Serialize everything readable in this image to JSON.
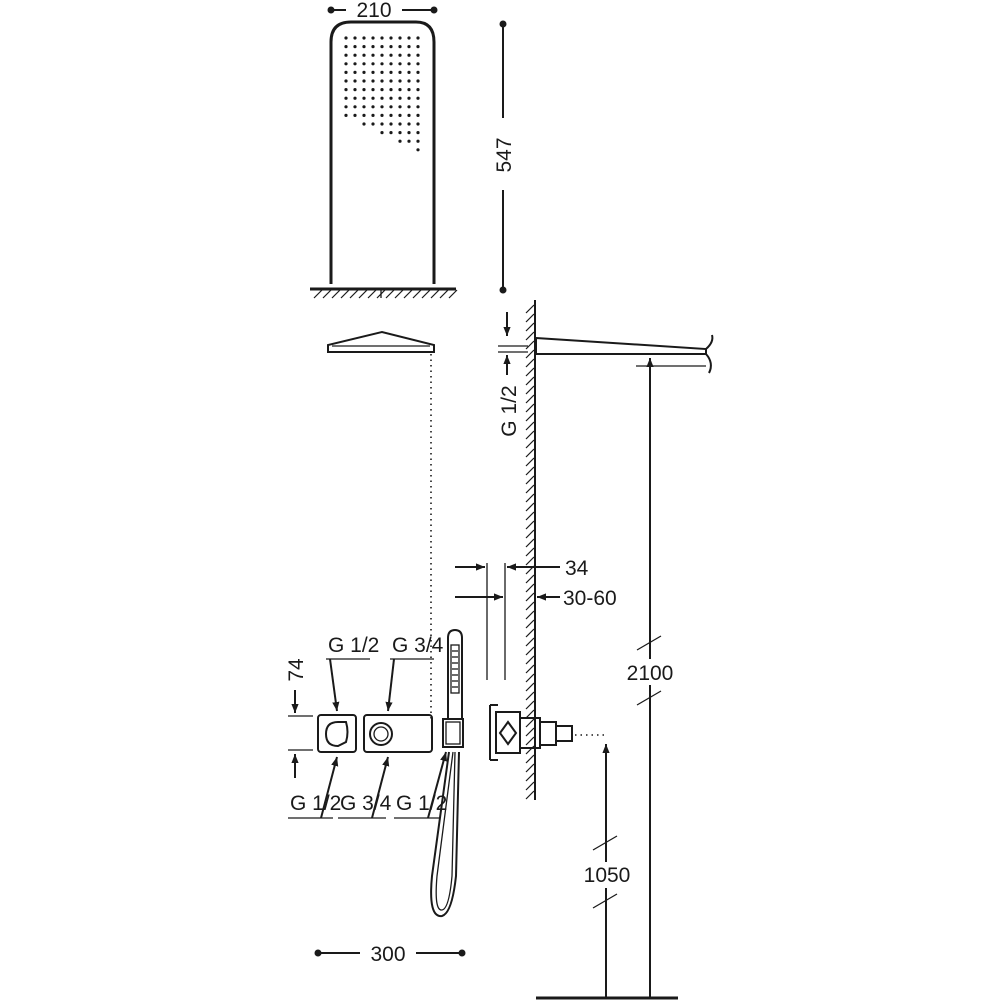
{
  "dimensions": {
    "panel_width": "210",
    "panel_height": "547",
    "thread_top": "G 1/2",
    "depth_34": "34",
    "depth_30_60": "30-60",
    "height_2100": "2100",
    "height_1050": "1050",
    "plate_74": "74",
    "width_300": "300"
  },
  "connections": {
    "top_left": "G 1/2",
    "top_right": "G 3/4",
    "bottom_1": "G 1/2",
    "bottom_2": "G 3/4",
    "bottom_3": "G 1/2"
  },
  "colors": {
    "line": "#1a1a1a",
    "background": "#ffffff"
  }
}
